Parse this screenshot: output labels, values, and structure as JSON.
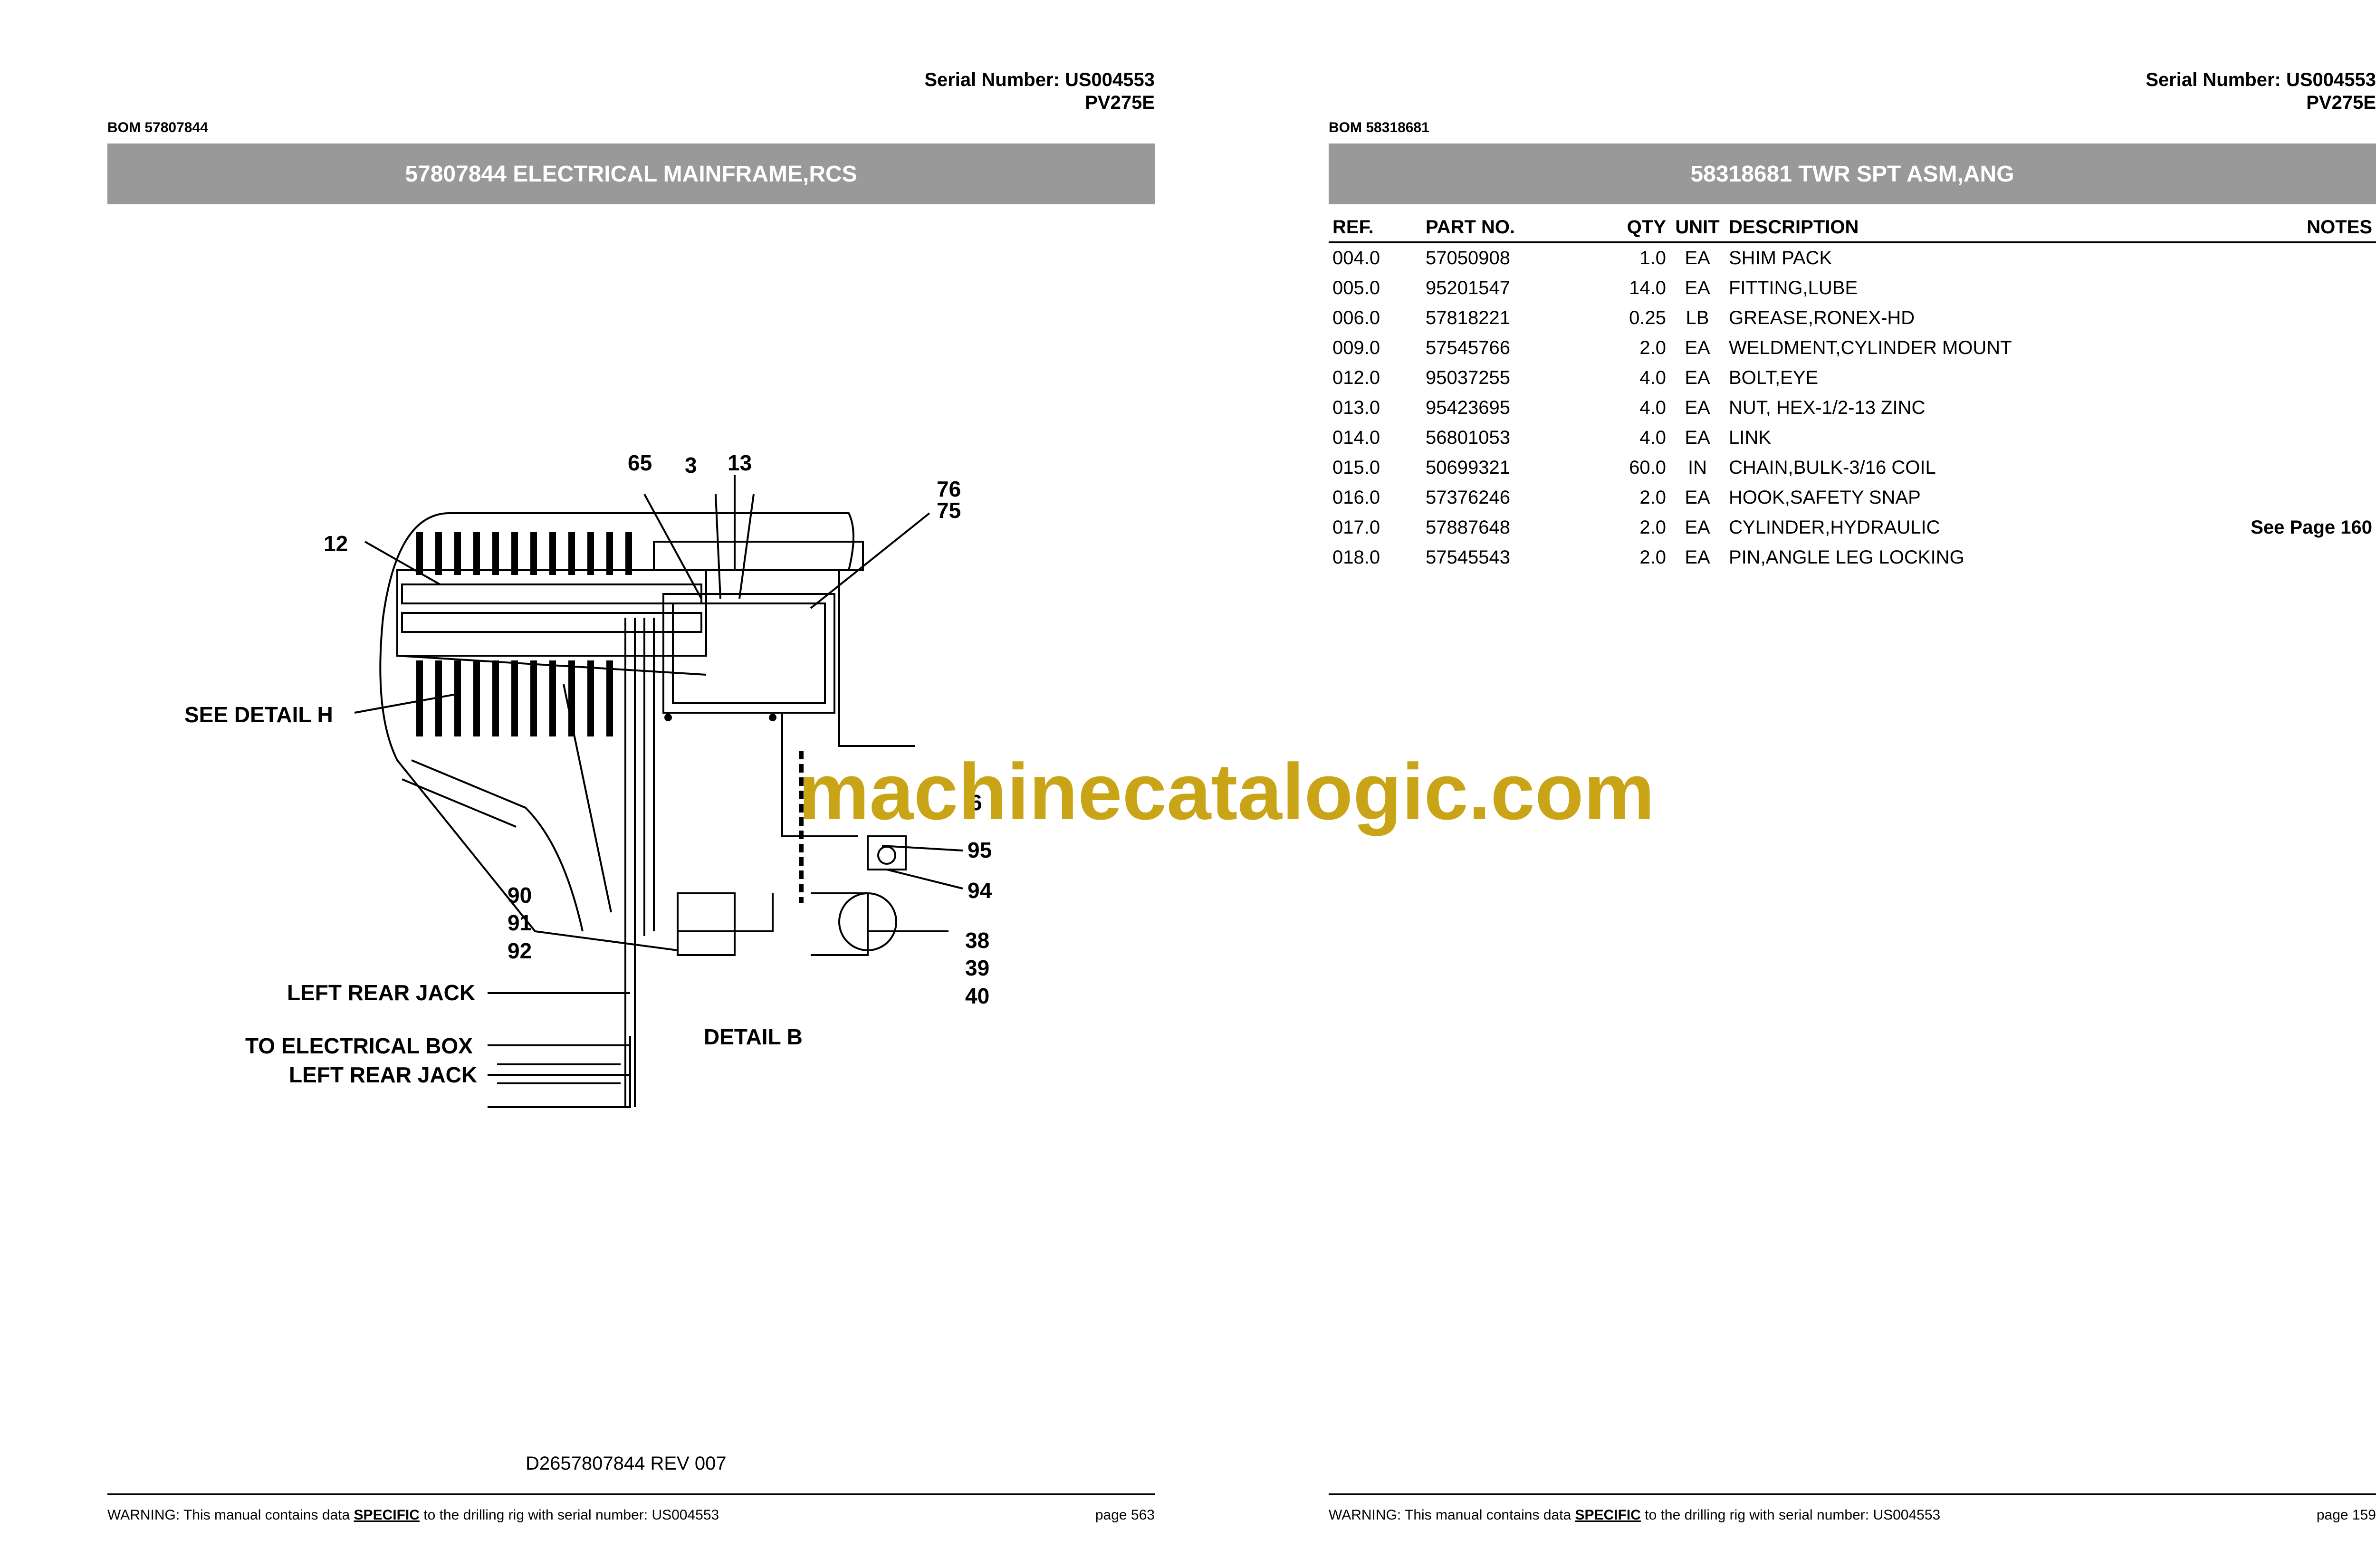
{
  "left_page": {
    "serial": "Serial Number: US004553",
    "model": "PV275E",
    "bom": "BOM 57807844",
    "title": "57807844 ELECTRICAL MAINFRAME,RCS",
    "drawing_number": "D2657807844 REV 007",
    "callouts": {
      "c65": "65",
      "c3": "3",
      "c13": "13",
      "c76": "76",
      "c75": "75",
      "c12": "12",
      "see_detail": "SEE DETAIL  H",
      "c6": "6",
      "c95": "95",
      "c94": "94",
      "c90": "90",
      "c91": "91",
      "c92": "92",
      "c38": "38",
      "c39": "39",
      "c40": "40",
      "left_rear_jack_1": "LEFT REAR JACK",
      "to_electrical_box": "TO ELECTRICAL BOX",
      "left_rear_jack_2": "LEFT REAR JACK",
      "detail_b": "DETAIL  B"
    },
    "footer_warning_pre": "WARNING:  This manual contains data ",
    "footer_warning_em": "SPECIFIC",
    "footer_warning_post": " to the drilling rig with serial number: US004553",
    "footer_page": "page 563"
  },
  "right_page": {
    "serial": "Serial Number: US004553",
    "model": "PV275E",
    "bom": "BOM 58318681",
    "title": "58318681 TWR SPT ASM,ANG",
    "headers": {
      "ref": "REF.",
      "part": "PART NO.",
      "qty": "QTY",
      "unit": "UNIT",
      "desc": "DESCRIPTION",
      "notes": "NOTES"
    },
    "rows": [
      {
        "ref": "004.0",
        "part": "57050908",
        "qty": "1.0",
        "unit": "EA",
        "desc": "SHIM PACK",
        "notes": ""
      },
      {
        "ref": "005.0",
        "part": "95201547",
        "qty": "14.0",
        "unit": "EA",
        "desc": "FITTING,LUBE",
        "notes": ""
      },
      {
        "ref": "006.0",
        "part": "57818221",
        "qty": "0.25",
        "unit": "LB",
        "desc": "GREASE,RONEX-HD",
        "notes": ""
      },
      {
        "ref": "009.0",
        "part": "57545766",
        "qty": "2.0",
        "unit": "EA",
        "desc": "WELDMENT,CYLINDER MOUNT",
        "notes": ""
      },
      {
        "ref": "012.0",
        "part": "95037255",
        "qty": "4.0",
        "unit": "EA",
        "desc": "BOLT,EYE",
        "notes": ""
      },
      {
        "ref": "013.0",
        "part": "95423695",
        "qty": "4.0",
        "unit": "EA",
        "desc": "NUT, HEX-1/2-13 ZINC",
        "notes": ""
      },
      {
        "ref": "014.0",
        "part": "56801053",
        "qty": "4.0",
        "unit": "EA",
        "desc": "LINK",
        "notes": ""
      },
      {
        "ref": "015.0",
        "part": "50699321",
        "qty": "60.0",
        "unit": "IN",
        "desc": "CHAIN,BULK-3/16 COIL",
        "notes": ""
      },
      {
        "ref": "016.0",
        "part": "57376246",
        "qty": "2.0",
        "unit": "EA",
        "desc": "HOOK,SAFETY SNAP",
        "notes": ""
      },
      {
        "ref": "017.0",
        "part": "57887648",
        "qty": "2.0",
        "unit": "EA",
        "desc": "CYLINDER,HYDRAULIC",
        "notes": "See Page 160"
      },
      {
        "ref": "018.0",
        "part": "57545543",
        "qty": "2.0",
        "unit": "EA",
        "desc": "PIN,ANGLE LEG LOCKING",
        "notes": ""
      }
    ],
    "footer_warning_pre": "WARNING:  This manual contains data ",
    "footer_warning_em": "SPECIFIC",
    "footer_warning_post": " to the drilling rig with serial number: US004553",
    "footer_page": "page 159"
  },
  "watermark": "machinecatalogic.com",
  "colors": {
    "title_bar": "#999999",
    "watermark": "#c9a417"
  }
}
